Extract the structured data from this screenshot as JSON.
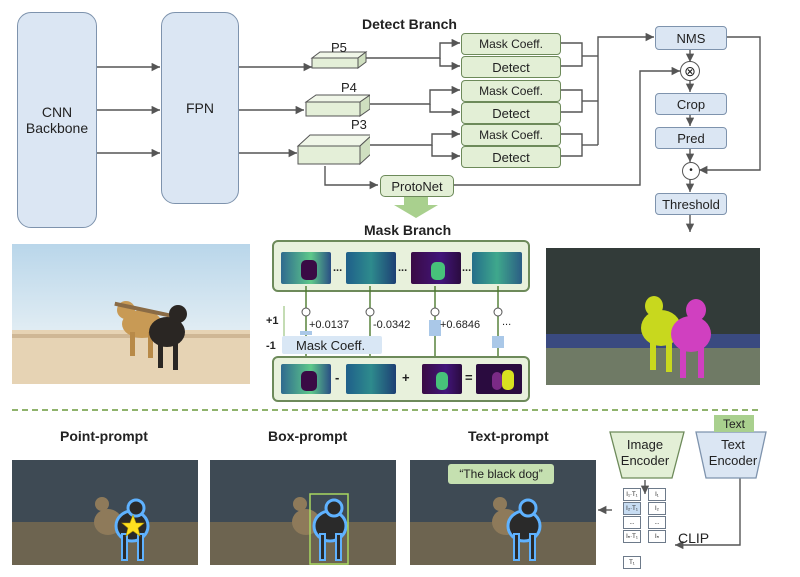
{
  "top": {
    "cnn_line1": "CNN",
    "cnn_line2": "Backbone",
    "fpn": "FPN",
    "detect_branch": "Detect Branch",
    "p5": "P5",
    "p4": "P4",
    "p3": "P3",
    "mask_coeff": "Mask Coeff.",
    "detect": "Detect",
    "protonet": "ProtoNet",
    "nms": "NMS",
    "crop": "Crop",
    "pred": "Pred",
    "threshold": "Threshold",
    "otimes": "⊗",
    "dot": "•"
  },
  "mask_branch": {
    "title": "Mask Branch",
    "coefficients": [
      "+0.0137",
      "-0.0342",
      "+0.6846"
    ],
    "ellipsis": "...",
    "axis_plus": "+1",
    "axis_minus": "-1",
    "coeff_label": "Mask Coeff.",
    "ops": [
      "-",
      "+",
      "="
    ]
  },
  "prompts": {
    "point": "Point-prompt",
    "box": "Box-prompt",
    "text": "Text-prompt",
    "text_bubble": "“The black dog”"
  },
  "clip": {
    "image_encoder_line1": "Image",
    "image_encoder_line2": "Encoder",
    "text_tag": "Text",
    "text_encoder_line1": "Text",
    "text_encoder_line2": "Encoder",
    "label": "CLIP",
    "matrix_cells": [
      "I₁·T₁",
      "I₂·T₁",
      "...",
      "Iₙ·T₁"
    ],
    "image_feats": [
      "I₁",
      "I₂",
      "...",
      "Iₙ"
    ],
    "text_feat": "T₁"
  },
  "colors": {
    "blue_fill": "#dbe6f3",
    "green_fill": "#e3efd6",
    "dashed_separator": "#6a9a3c",
    "dog_yellow_mask": "#c8d81e",
    "dog_pink_mask": "#d040c0"
  }
}
